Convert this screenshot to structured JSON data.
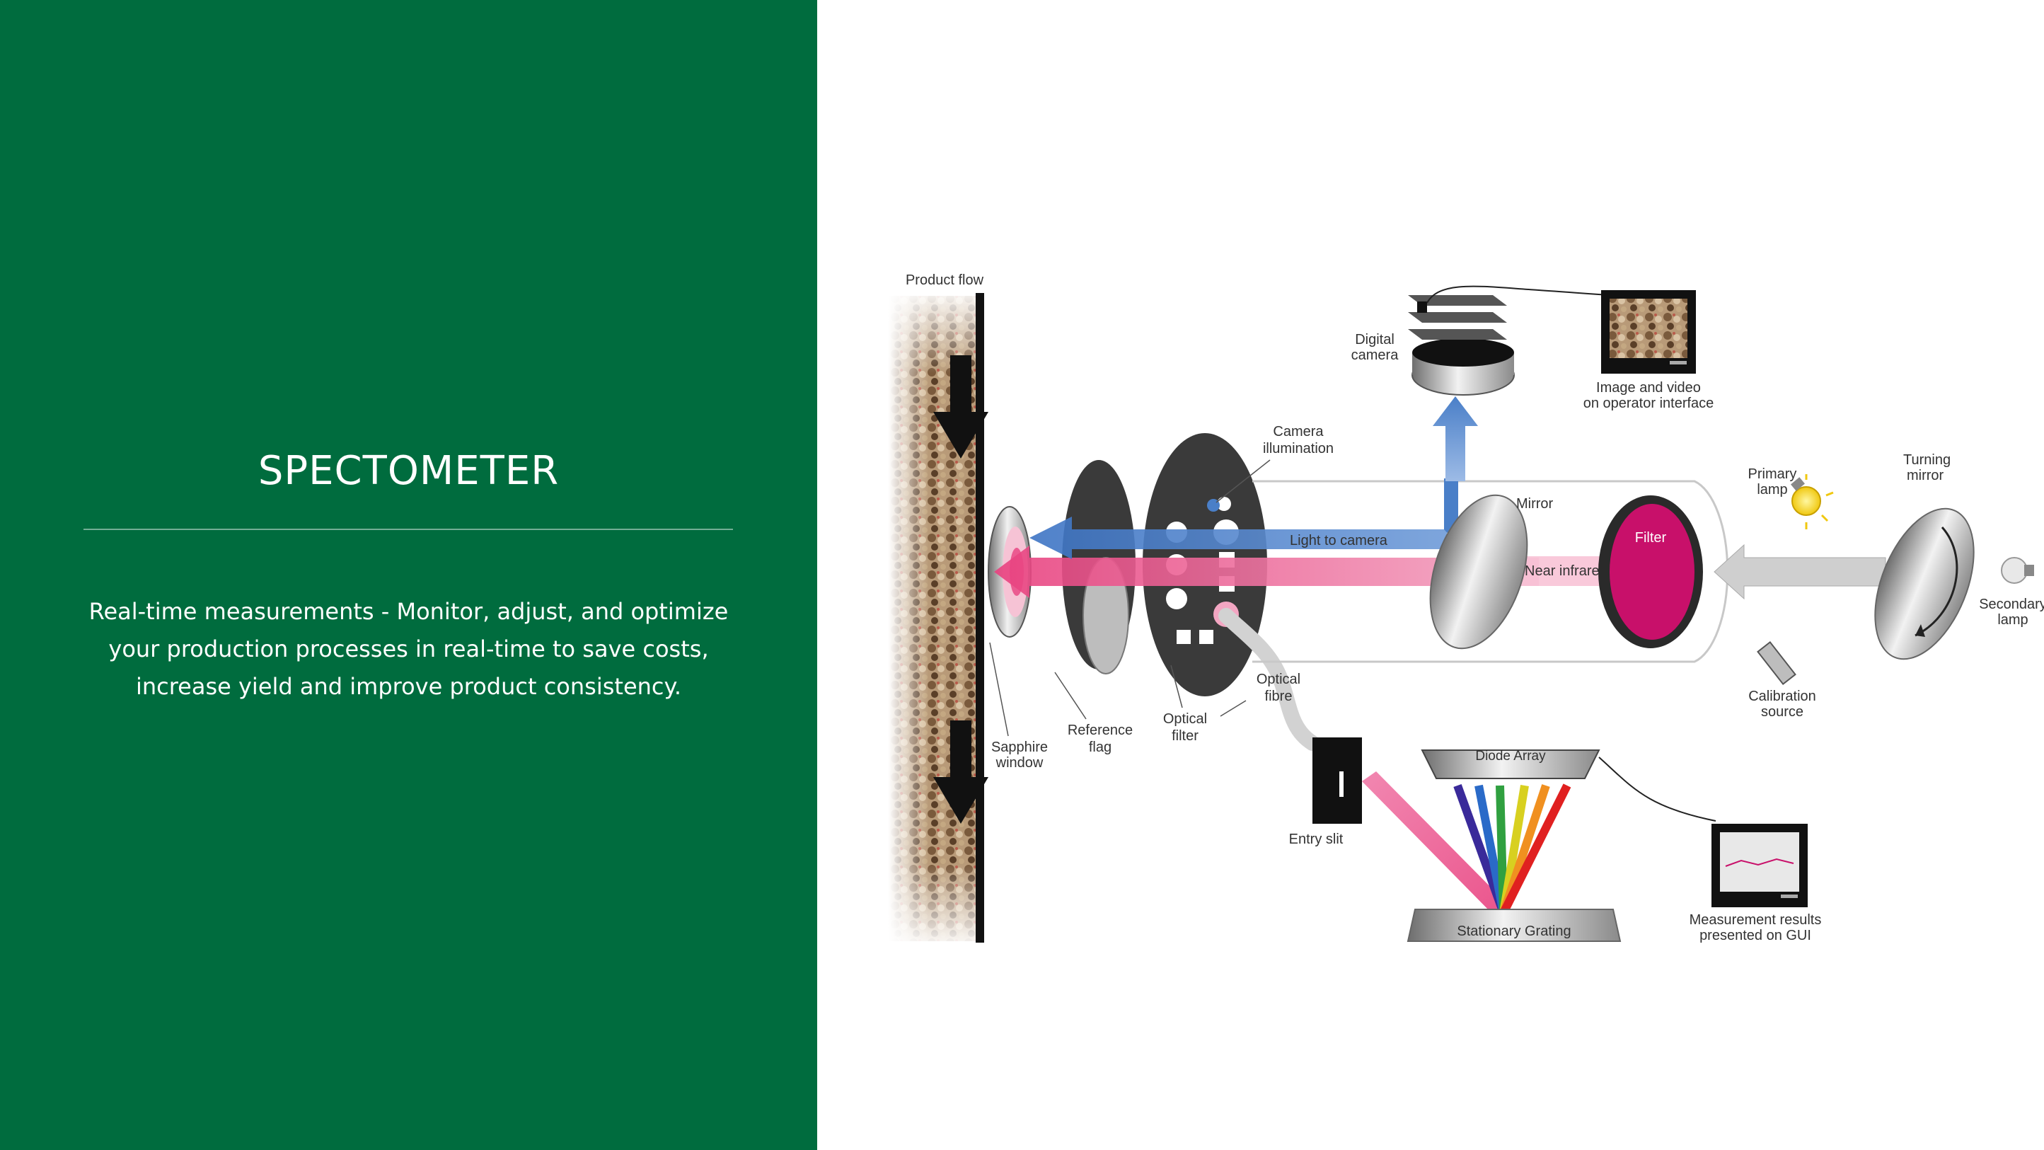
{
  "panel": {
    "title": "SPECTOMETER",
    "description": "Real-time measurements - Monitor, adjust, and optimize your production processes in real-time to save costs, increase yield and improve product consistency."
  },
  "diagram": {
    "labels": {
      "product_flow": "Product flow",
      "digital_camera": [
        "Digital",
        "camera"
      ],
      "image_video": [
        "Image and video",
        "on operator interface"
      ],
      "camera_illumination": [
        "Camera",
        "illumination"
      ],
      "primary_lamp": [
        "Primary",
        "lamp"
      ],
      "turning_mirror": [
        "Turning",
        "mirror"
      ],
      "mirror": "Mirror",
      "light_to_camera": "Light to camera",
      "filter": "Filter",
      "near_infrared": "Near infrared light",
      "secondary_lamp": [
        "Secondary",
        "lamp"
      ],
      "calibration_source": [
        "Calibration",
        "source"
      ],
      "optical_fibre": [
        "Optical",
        "fibre"
      ],
      "optical_filter": [
        "Optical",
        "filter"
      ],
      "reference_flag": [
        "Reference",
        "flag"
      ],
      "sapphire_window": [
        "Sapphire",
        "window"
      ],
      "diode_array": "Diode Array",
      "entry_slit": "Entry slit",
      "stationary_grating": "Stationary Grating",
      "measurement_results": [
        "Measurement results",
        "presented on GUI"
      ]
    },
    "colors": {
      "brand_green": "#006c3e",
      "pink_light": "#e8417f",
      "blue_light": "#4a7fc8",
      "filter_magenta": "#c8106a"
    }
  }
}
